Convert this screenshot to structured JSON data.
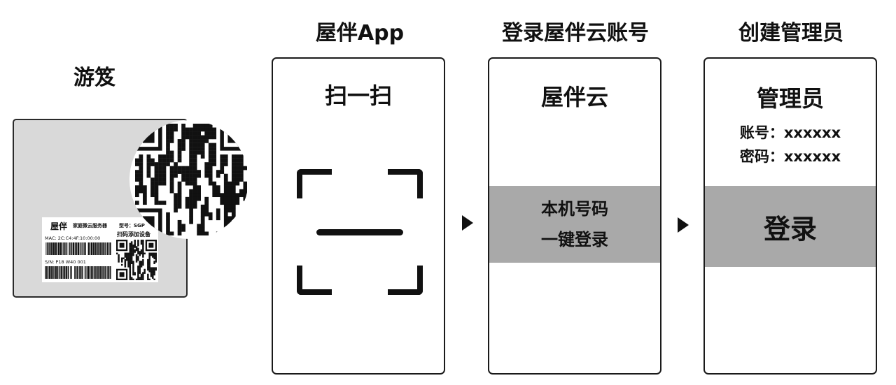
{
  "device": {
    "heading": "游笈",
    "brand": "屋伴",
    "subtitle": "家庭微云服务器",
    "model": "型号：SGP",
    "mac": "MAC: 2C:C4:4F:10:00:00",
    "sn": "S/N: P18 W40 001",
    "scan_hint": "扫码添加设备"
  },
  "steps": [
    {
      "heading": "屋伴App",
      "title": "扫一扫"
    },
    {
      "heading": "登录屋伴云账号",
      "title": "屋伴云",
      "band_line1": "本机号码",
      "band_line2": "一键登录"
    },
    {
      "heading": "创建管理员",
      "title": "管理员",
      "account": "账号：xxxxxx",
      "password": "密码：xxxxxx",
      "button": "登录"
    }
  ],
  "colors": {
    "band": "#a9a9a9",
    "device_body": "#d9d9d9",
    "stroke": "#111111"
  }
}
